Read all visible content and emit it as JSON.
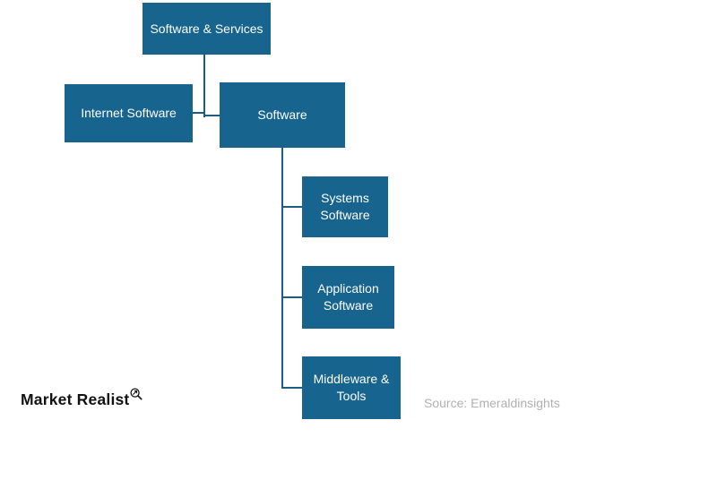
{
  "diagram": {
    "type": "hierarchy",
    "nodes": {
      "root": {
        "label": "Software & Services"
      },
      "internet": {
        "label": "Internet Software"
      },
      "software": {
        "label": "Software"
      },
      "systems": {
        "label": "Systems Software"
      },
      "application": {
        "label": "Application Software"
      },
      "middleware": {
        "label": "Middleware & Tools"
      }
    },
    "structure": {
      "root": "Software & Services",
      "children_of_root": [
        "Internet Software",
        "Software"
      ],
      "children_of_software": [
        "Systems Software",
        "Application Software",
        "Middleware & Tools"
      ]
    },
    "colors": {
      "node_fill": "#17648f",
      "node_text": "#fdfdfd",
      "connector": "#1e5c85",
      "background": "#ffffff"
    }
  },
  "footer": {
    "brand": "Market Realist",
    "brand_color": "#121212",
    "source": "Source: Emeraldinsights",
    "source_color": "#b0b0b0"
  }
}
